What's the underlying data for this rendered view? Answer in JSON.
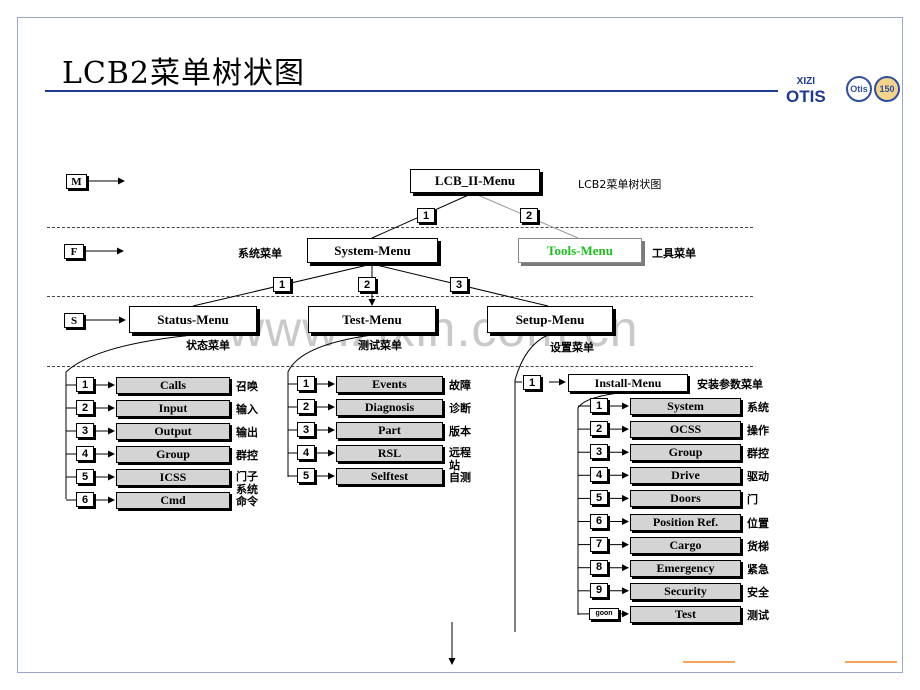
{
  "title": "LCB2菜单树状图",
  "logo": {
    "line1": "XIZI",
    "line2": "OTIS",
    "seal1": "Otis",
    "seal2": "150"
  },
  "watermark": "www.zixin.com.cn",
  "levels": {
    "m": "M",
    "f": "F",
    "s": "S"
  },
  "root": {
    "label": "LCB_II-Menu",
    "cn": "LCB2菜单树状图"
  },
  "level1": {
    "system": {
      "num": "1",
      "label": "System-Menu",
      "cn": "系统菜单"
    },
    "tools": {
      "num": "2",
      "label": "Tools-Menu",
      "cn": "工具菜单"
    }
  },
  "level2": {
    "status": {
      "num": "1",
      "label": "Status-Menu",
      "cn": "状态菜单"
    },
    "test": {
      "num": "2",
      "label": "Test-Menu",
      "cn": "测试菜单"
    },
    "setup": {
      "num": "3",
      "label": "Setup-Menu",
      "cn": "设置菜单"
    }
  },
  "status_items": [
    {
      "num": "1",
      "label": "Calls",
      "cn": "召唤"
    },
    {
      "num": "2",
      "label": "Input",
      "cn": "输入"
    },
    {
      "num": "3",
      "label": "Output",
      "cn": "输出"
    },
    {
      "num": "4",
      "label": "Group",
      "cn": "群控"
    },
    {
      "num": "5",
      "label": "ICSS",
      "cn": "门子系统"
    },
    {
      "num": "6",
      "label": "Cmd",
      "cn": "命令"
    }
  ],
  "test_items": [
    {
      "num": "1",
      "label": "Events",
      "cn": "故障"
    },
    {
      "num": "2",
      "label": "Diagnosis",
      "cn": "诊断"
    },
    {
      "num": "3",
      "label": "Part",
      "cn": "版本"
    },
    {
      "num": "4",
      "label": "RSL",
      "cn": "远程站"
    },
    {
      "num": "5",
      "label": "Selftest",
      "cn": "自测"
    }
  ],
  "install": {
    "num": "1",
    "label": "Install-Menu",
    "cn": "安装参数菜单"
  },
  "install_items": [
    {
      "num": "1",
      "label": "System",
      "cn": "系统"
    },
    {
      "num": "2",
      "label": "OCSS",
      "cn": "操作"
    },
    {
      "num": "3",
      "label": "Group",
      "cn": "群控"
    },
    {
      "num": "4",
      "label": "Drive",
      "cn": "驱动"
    },
    {
      "num": "5",
      "label": "Doors",
      "cn": "门"
    },
    {
      "num": "6",
      "label": "Position Ref.",
      "cn": "位置"
    },
    {
      "num": "7",
      "label": "Cargo",
      "cn": "货梯"
    },
    {
      "num": "8",
      "label": "Emergency",
      "cn": "紧急"
    },
    {
      "num": "9",
      "label": "Security",
      "cn": "安全"
    },
    {
      "num": "goon",
      "label": "Test",
      "cn": "测试"
    }
  ]
}
